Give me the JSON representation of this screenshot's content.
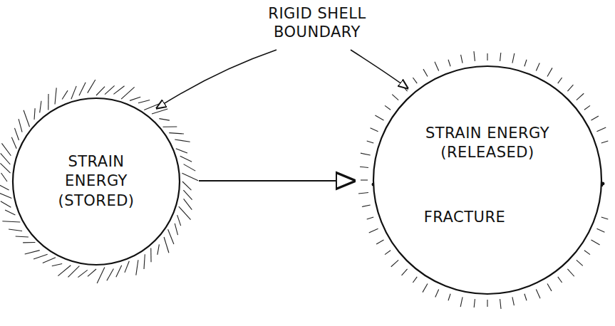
{
  "diagram": {
    "nodes": [
      {
        "text": [
          "STRAIN ENERGY (STORED)"
        ]
      },
      {
        "text": [
          "STRAIN ENERGY (RELEASED)"
        ]
      }
    ],
    "edges": [
      {
        "from": 0,
        "to": 1,
        "arrow": "to"
      }
    ],
    "labels": [
      "RIGID SHELL BOUNDARY",
      "FRACTURE"
    ]
  }
}
